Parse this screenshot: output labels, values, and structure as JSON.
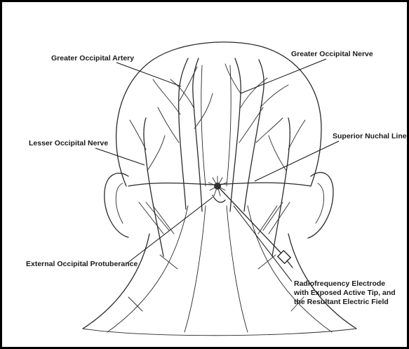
{
  "labels": {
    "greater_occipital_artery": "Greater Occipital Artery",
    "greater_occipital_nerve": "Greater Occipital Nerve",
    "lesser_occipital_nerve": "Lesser Occipital Nerve",
    "superior_nuchal_line": "Superior Nuchal Line",
    "external_occipital_protuberance": "External Occipital Protuberance",
    "rf_electrode_line1": "Radiofrequency Electrode",
    "rf_electrode_line2": "with Exposed Active Tip, and",
    "rf_electrode_line3": "the Resultant Electric Field"
  },
  "colors": {
    "ink": "#2a2a2a",
    "frame": "#000000",
    "background": "#ffffff"
  }
}
